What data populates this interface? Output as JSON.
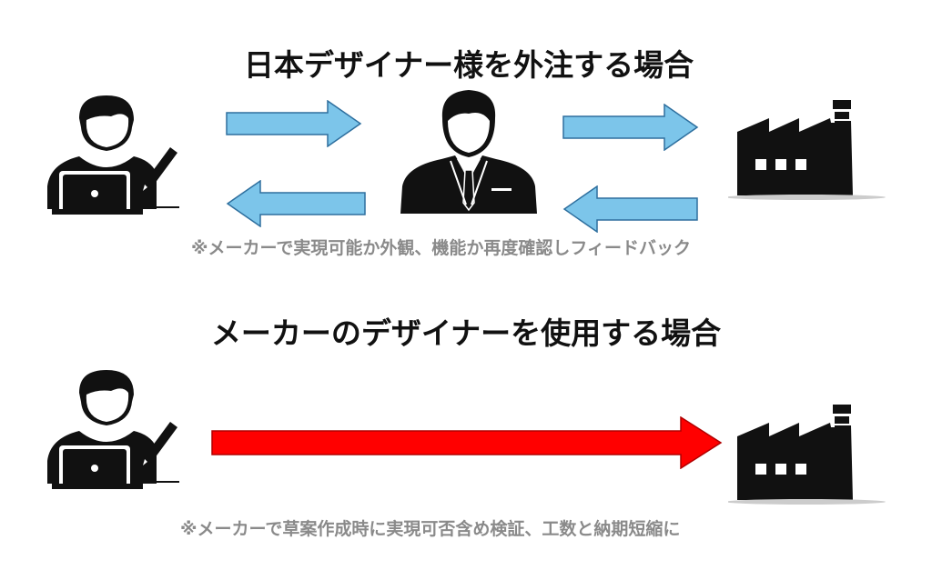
{
  "section1": {
    "title": "日本デザイナー様を外注する場合",
    "note": "※メーカーで実現可能か外観、機能か再度確認しフィードバック",
    "arrow_color": "#7cc5ea"
  },
  "section2": {
    "title": "メーカーのデザイナーを使用する場合",
    "note": "※メーカーで草案作成時に実現可否含め検証、工数と納期短縮に",
    "arrow_color": "#ff0000"
  },
  "icons": [
    "designer-icon",
    "businessman-icon",
    "factory-icon"
  ]
}
